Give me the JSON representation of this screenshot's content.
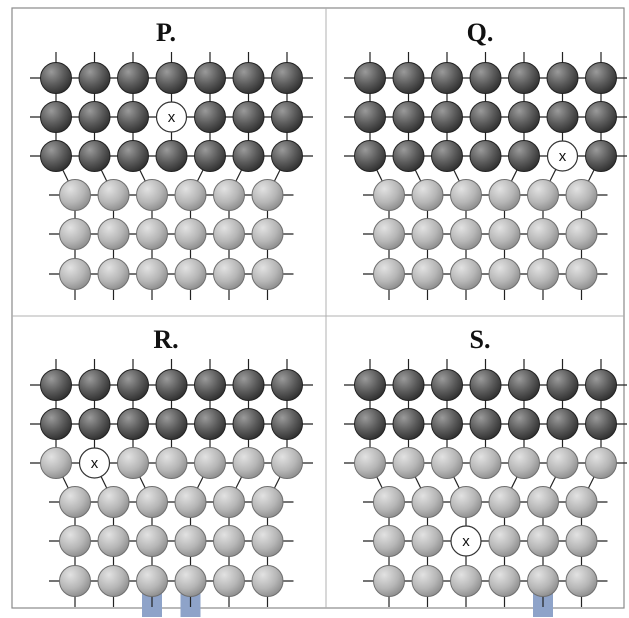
{
  "panels": [
    {
      "id": "P",
      "label": "P.",
      "top_rows": 3,
      "vacancy": {
        "row": 1,
        "col": 3
      },
      "bars": []
    },
    {
      "id": "Q",
      "label": "Q.",
      "top_rows": 3,
      "vacancy": {
        "row": 2,
        "col": 5
      },
      "bars": []
    },
    {
      "id": "R",
      "label": "R.",
      "top_rows": 2,
      "vacancy": {
        "row": 2,
        "col": 1
      },
      "bars": [
        2,
        3
      ]
    },
    {
      "id": "S",
      "label": "S.",
      "top_rows": 2,
      "vacancy": {
        "row": 4,
        "col": 2
      },
      "bars": [
        4
      ]
    }
  ],
  "vacancy_mark": "x",
  "lattice": {
    "upper_columns": 7,
    "lower_columns": 6,
    "total_rows": 6
  },
  "colors": {
    "dark_atom": "#565656",
    "light_atom": "#b4b4b4",
    "vacancy_fill": "#ffffff",
    "bond": "#222222",
    "frame": "#8a8a8a",
    "bar": "#8ea3c9"
  }
}
